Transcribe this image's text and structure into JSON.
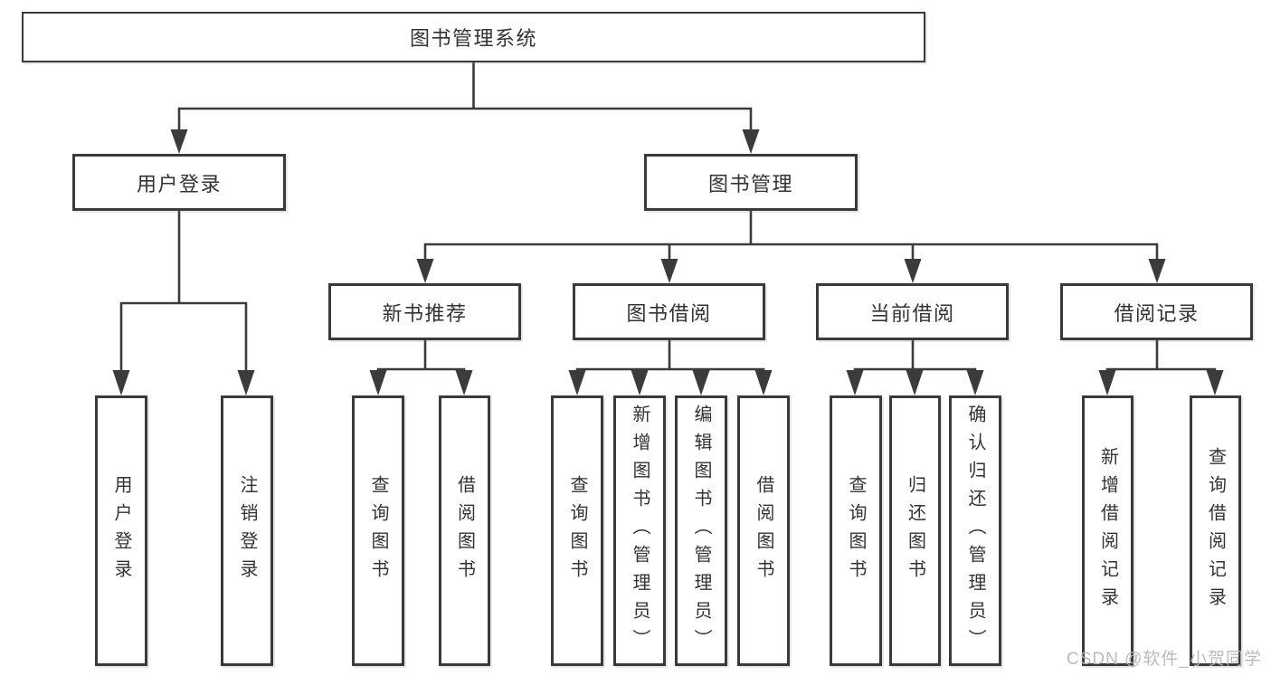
{
  "colors": {
    "line": "#3b3b3b",
    "box_border": "#3a3a3a",
    "text": "#333333",
    "background": "#ffffff",
    "watermark": "#b5b5bc"
  },
  "tree": {
    "root": {
      "label": "图书管理系统"
    },
    "branches": [
      {
        "label": "用户登录",
        "children": [
          "用户登录",
          "注销登录"
        ]
      },
      {
        "label": "图书管理",
        "groups": [
          {
            "label": "新书推荐",
            "children": [
              "查询图书",
              "借阅图书"
            ]
          },
          {
            "label": "图书借阅",
            "children": [
              "查询图书",
              "新增图书（管理员）",
              "编辑图书（管理员）",
              "借阅图书"
            ]
          },
          {
            "label": "当前借阅",
            "children": [
              "查询图书",
              "归还图书",
              "确认归还（管理员）"
            ]
          },
          {
            "label": "借阅记录",
            "children": [
              "新增借阅记录",
              "查询借阅记录"
            ]
          }
        ]
      }
    ]
  },
  "watermark": {
    "text": "CSDN @软件_小贺同学"
  }
}
